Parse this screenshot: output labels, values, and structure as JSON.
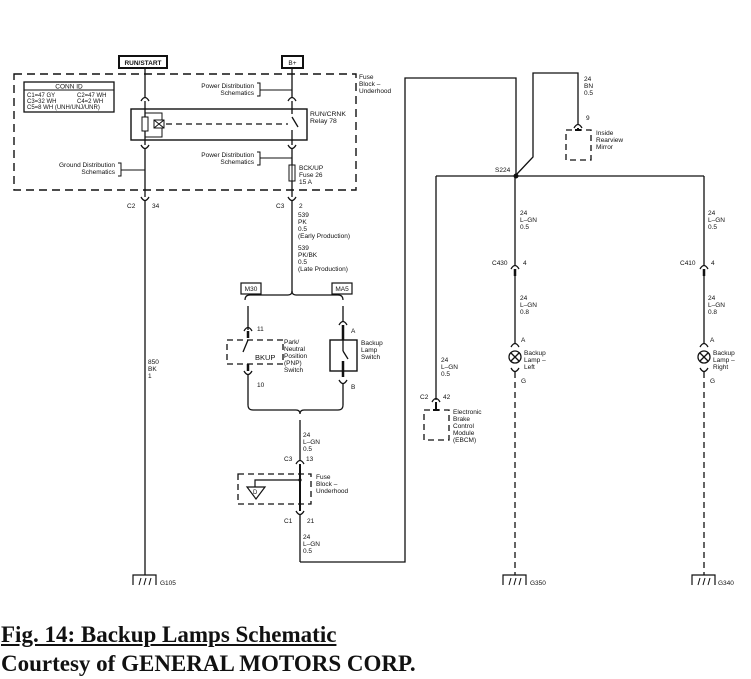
{
  "diagram": {
    "title": "Backup Lamps Schematic",
    "power_sources": {
      "run_start": "RUN/START",
      "battery": "B+"
    },
    "fuse_block_top": [
      "Fuse",
      "Block –",
      "Underhood"
    ],
    "conn_id": {
      "header": "CONN ID",
      "rows": [
        [
          "C1=47 GY",
          "C2=47 WH"
        ],
        [
          "C3=32 WH",
          "C4=2 WH"
        ],
        [
          "C5=8 WH (UNH/UNJ/UNR)"
        ]
      ]
    },
    "refs": {
      "power_dist_1": [
        "Power Distribution",
        "Schematics"
      ],
      "power_dist_2": [
        "Power Distribution",
        "Schematics"
      ],
      "ground_dist": [
        "Ground Distribution",
        "Schematics"
      ]
    },
    "relay": [
      "RUN/CRNK",
      "Relay 78"
    ],
    "fuse": [
      "BCK/UP",
      "Fuse 26",
      "15 A"
    ],
    "connectors": {
      "c2_34": {
        "conn": "C2",
        "pin": "34"
      },
      "c3_2": {
        "conn": "C3",
        "pin": "2"
      },
      "c3_13": {
        "conn": "C3",
        "pin": "13"
      },
      "c1_21": {
        "conn": "C1",
        "pin": "21"
      },
      "c2_42": {
        "conn": "C2",
        "pin": "42"
      },
      "c430_4": {
        "conn": "C430",
        "pin": "4"
      },
      "c410_4": {
        "conn": "C410",
        "pin": "4"
      },
      "mirror_9": {
        "pin": "9"
      },
      "pnp_11": {
        "pin": "11"
      },
      "pnp_10": {
        "pin": "10"
      },
      "bls_a": {
        "pin": "A"
      },
      "bls_b": {
        "pin": "B"
      },
      "lamp_l_a": {
        "pin": "A"
      },
      "lamp_l_g": {
        "pin": "G"
      },
      "lamp_r_a": {
        "pin": "A"
      },
      "lamp_r_g": {
        "pin": "G"
      }
    },
    "wires": {
      "ground_wire": [
        "850",
        "BK",
        "1"
      ],
      "early": [
        "539",
        "PK",
        "0.5",
        "(Early Production)"
      ],
      "late": [
        "539",
        "PK/BK",
        "0.5",
        "(Late Production)"
      ],
      "lgn_below_switches": [
        "24",
        "L–GN",
        "0.5"
      ],
      "lgn_below_c1": [
        "24",
        "L–GN",
        "0.5"
      ],
      "bn_mirror": [
        "24",
        "BN",
        "0.5"
      ],
      "lgn_left_top": [
        "24",
        "L–GN",
        "0.5"
      ],
      "lgn_left_bottom": [
        "24",
        "L–GN",
        "0.8"
      ],
      "lgn_right_top": [
        "24",
        "L–GN",
        "0.5"
      ],
      "lgn_right_bottom": [
        "24",
        "L–GN",
        "0.8"
      ],
      "lgn_ebcm": [
        "24",
        "L–GN",
        "0.5"
      ]
    },
    "options": {
      "m30": "M30",
      "ma5": "MA5"
    },
    "pnp_switch": {
      "inner": "BKUP",
      "label": [
        "Park/",
        "Neutral",
        "Position",
        "(PNP)",
        "Switch"
      ]
    },
    "backup_lamp_switch": [
      "Backup",
      "Lamp",
      "Switch"
    ],
    "fuse_block_lower": {
      "label": [
        "Fuse",
        "Block –",
        "Underhood"
      ],
      "inner": "D"
    },
    "splice": "S224",
    "mirror": [
      "Inside",
      "Rearview",
      "Mirror"
    ],
    "ebcm": [
      "Electronic",
      "Brake",
      "Control",
      "Module",
      "(EBCM)"
    ],
    "lamp_left": [
      "Backup",
      "Lamp –",
      "Left"
    ],
    "lamp_right": [
      "Backup",
      "Lamp –",
      "Right"
    ],
    "grounds": {
      "g105": "G105",
      "g350": "G350",
      "g340": "G340"
    }
  },
  "caption": {
    "figure": "Fig. 14: Backup Lamps Schematic",
    "credit": "Courtesy of GENERAL MOTORS CORP."
  }
}
